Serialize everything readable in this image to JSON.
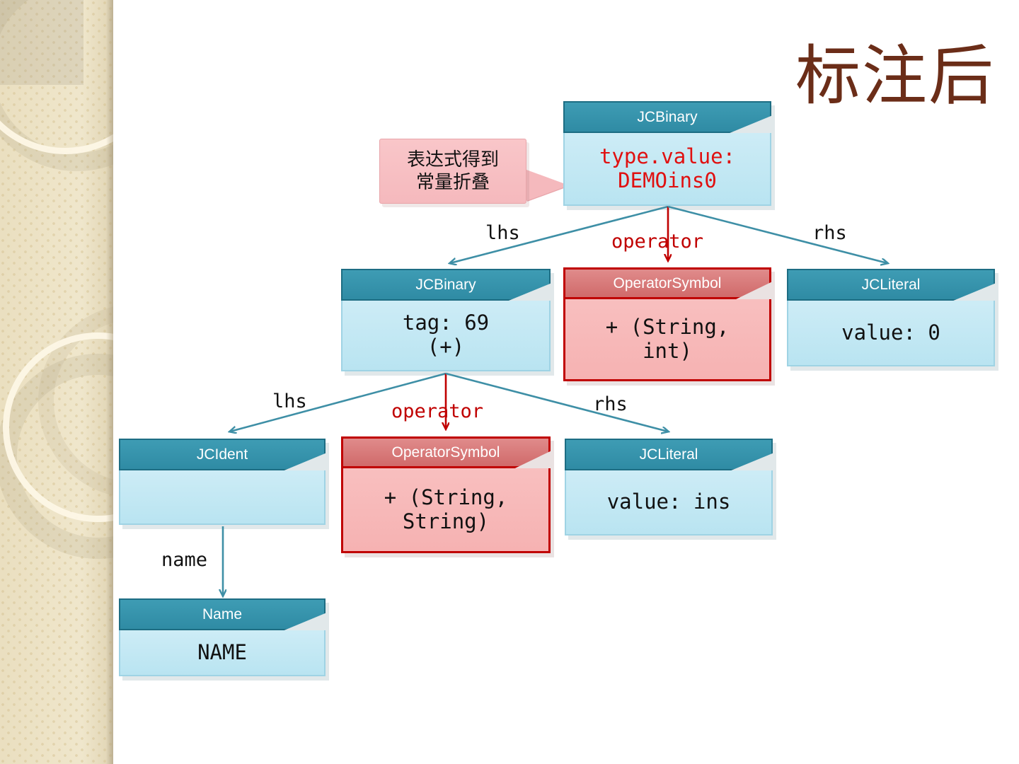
{
  "slide": {
    "title": "标注后",
    "title_color": "#6b2d18",
    "background": "#ffffff"
  },
  "palette": {
    "teal_header": "#2f8ba4",
    "teal_body": "#bfe7f2",
    "teal_border": "#1d6d83",
    "red_header": "#d06a6a",
    "red_body": "#f8bfbf",
    "red_border": "#c00000",
    "callout_fill": "#f5b9bd",
    "edge_teal": "#3e8fa6",
    "edge_red": "#c00000",
    "sidebar": "#ece2c4"
  },
  "callout": {
    "name": "constant-folding-callout",
    "line1": "表达式得到",
    "line2": "常量折叠"
  },
  "nodes": [
    {
      "id": "root-jcbinary",
      "type": "JCBinary",
      "style": "teal",
      "body": "type.value:\nDEMOins0",
      "body_color": "#e01010"
    },
    {
      "id": "mid-jcbinary",
      "type": "JCBinary",
      "style": "teal",
      "body": "tag: 69\n(+)",
      "body_color": "#111111"
    },
    {
      "id": "mid-operatorsymbol",
      "type": "OperatorSymbol",
      "style": "red",
      "body": "+ (String,\nint)",
      "body_color": "#111111"
    },
    {
      "id": "mid-jcliteral",
      "type": "JCLiteral",
      "style": "teal",
      "body": "value: 0",
      "body_color": "#111111"
    },
    {
      "id": "leaf-jcident",
      "type": "JCIdent",
      "style": "teal",
      "body": "",
      "body_color": "#111111"
    },
    {
      "id": "leaf-operatorsymbol",
      "type": "OperatorSymbol",
      "style": "red",
      "body": "+ (String,\nString)",
      "body_color": "#111111"
    },
    {
      "id": "leaf-jcliteral",
      "type": "JCLiteral",
      "style": "teal",
      "body": "value: ins",
      "body_color": "#111111"
    },
    {
      "id": "name-node",
      "type": "Name",
      "style": "teal",
      "body": "NAME",
      "body_color": "#111111"
    }
  ],
  "edges": [
    {
      "id": "e-root-lhs",
      "label": "lhs",
      "color": "black"
    },
    {
      "id": "e-root-operator",
      "label": "operator",
      "color": "red"
    },
    {
      "id": "e-root-rhs",
      "label": "rhs",
      "color": "black"
    },
    {
      "id": "e-mid-lhs",
      "label": "lhs",
      "color": "black"
    },
    {
      "id": "e-mid-operator",
      "label": "operator",
      "color": "red"
    },
    {
      "id": "e-mid-rhs",
      "label": "rhs",
      "color": "black"
    },
    {
      "id": "e-ident-name",
      "label": "name",
      "color": "black"
    }
  ]
}
